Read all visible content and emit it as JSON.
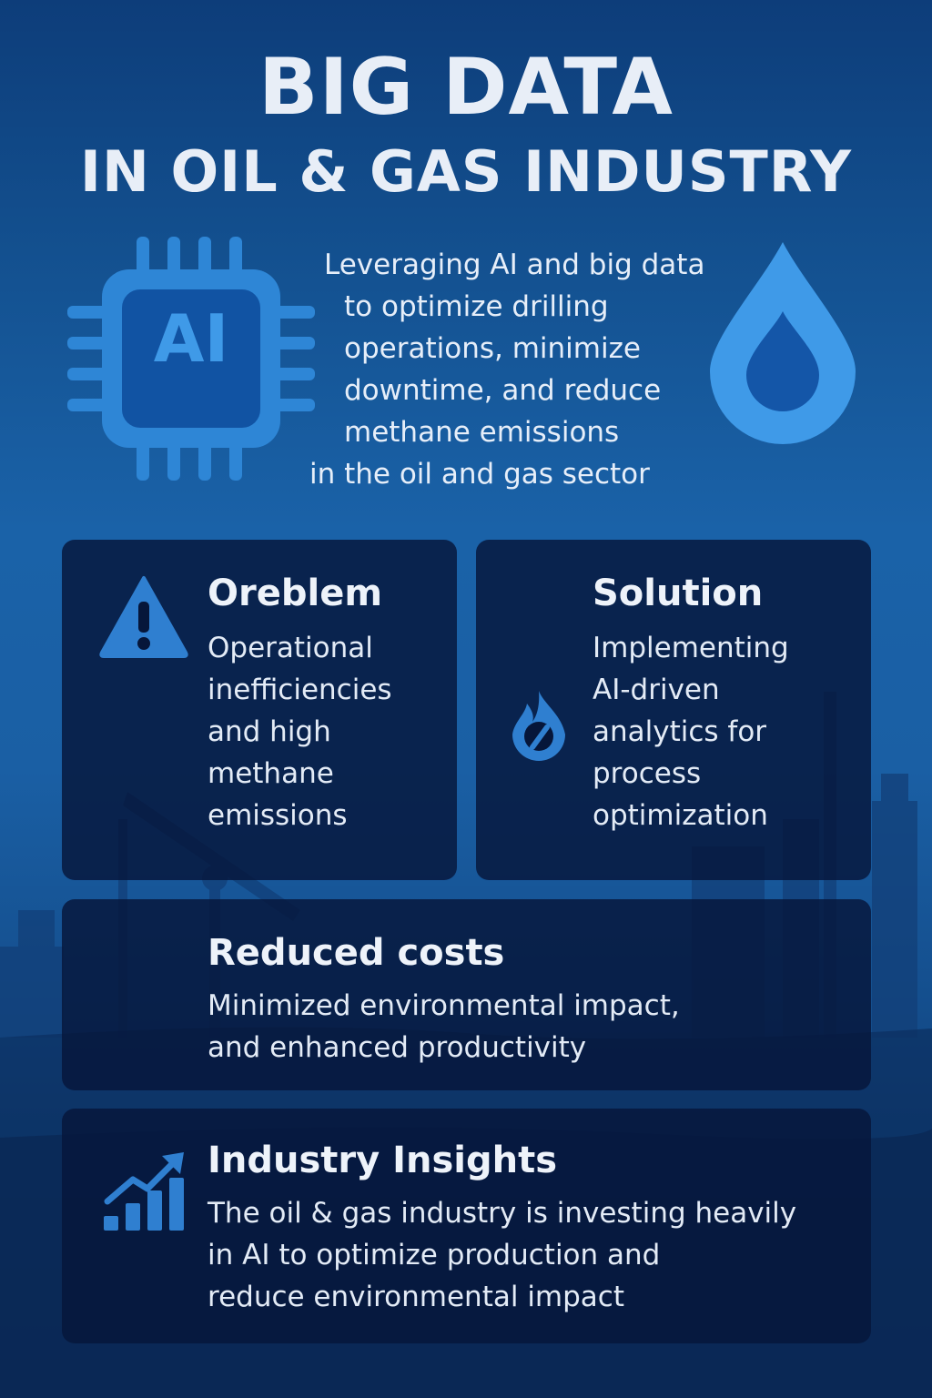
{
  "header": {
    "title_line1": "BIG DATA",
    "title_line2": "IN OIL & GAS INDUSTRY"
  },
  "hero": {
    "chip_label": "AI",
    "intro_lines": [
      "Leveraging AI and big data",
      "to optimize drilling",
      "operations, minimize",
      "downtime, and reduce",
      "methane emissions",
      "in the oil and gas sector"
    ]
  },
  "cards": {
    "problem": {
      "title": "Oreblem",
      "lines": [
        "Operational",
        "inefficiencies",
        "and high",
        "methane",
        "emissions"
      ],
      "icon": "warning-icon"
    },
    "solution": {
      "title": "Solution",
      "lines": [
        "Implementing",
        "AI-driven",
        "analytics for",
        "process",
        "optimization"
      ],
      "icon": "flame-icon"
    },
    "reduced": {
      "title": "Reduced costs",
      "lines": [
        "Minimized environmental impact,",
        "and enhanced productivity"
      ]
    },
    "insights": {
      "title": "Industry Insights",
      "lines": [
        "The oil & gas industry is investing heavily",
        "in AI to optimize production and",
        "reduce environmental impact"
      ],
      "icon": "growth-chart-icon"
    }
  },
  "colors": {
    "accent": "#3f9ae8",
    "card_bg": "#06163a",
    "title_text": "#e8eef7"
  }
}
